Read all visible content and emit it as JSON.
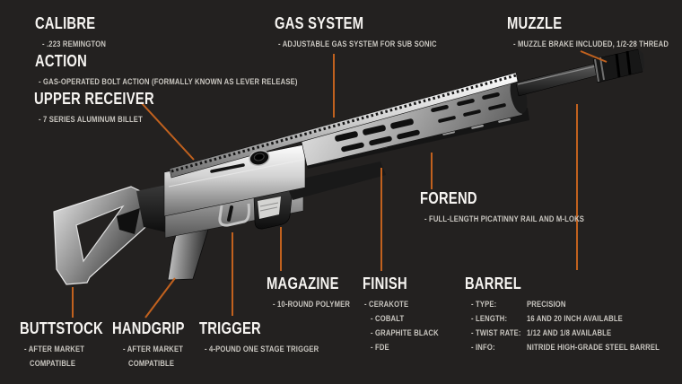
{
  "colors": {
    "background": "#232120",
    "accent_leader_line": "#c1611e",
    "heading_text": "#f6f4f1",
    "sub_text": "#c9c6c0"
  },
  "illustration": {
    "subject": "semi-automatic rifle, chrome/silver 3D render, facing right with muzzle raised",
    "parts_shown": [
      "buttstock",
      "buffer tube",
      "pistol grip",
      "trigger guard",
      "lower receiver",
      "upper receiver",
      "charging knob",
      "picatinny rail",
      "M-LOK handguard",
      "magazine",
      "barrel",
      "muzzle brake"
    ]
  },
  "callouts": [
    {
      "id": "calibre",
      "title": "CALIBRE",
      "lines": [
        "- .223 REMINGTON"
      ]
    },
    {
      "id": "action",
      "title": "ACTION",
      "lines": [
        "- GAS-OPERATED BOLT ACTION (FORMALLY KNOWN AS LEVER RELEASE)"
      ]
    },
    {
      "id": "upper-receiver",
      "title": "UPPER RECEIVER",
      "lines": [
        "- 7 SERIES ALUMINUM BILLET"
      ]
    },
    {
      "id": "gas-system",
      "title": "GAS SYSTEM",
      "lines": [
        "- ADJUSTABLE GAS SYSTEM FOR SUB SONIC"
      ]
    },
    {
      "id": "muzzle",
      "title": "MUZZLE",
      "lines": [
        "- MUZZLE BRAKE INCLUDED, 1/2-28 THREAD"
      ]
    },
    {
      "id": "forend",
      "title": "FOREND",
      "lines": [
        "- FULL-LENGTH PICATINNY RAIL AND M-LOKS"
      ]
    },
    {
      "id": "magazine",
      "title": "MAGAZINE",
      "lines": [
        "- 10-ROUND POLYMER"
      ]
    },
    {
      "id": "finish",
      "title": "FINISH",
      "lines": [
        "- CERAKOTE",
        "- COBALT",
        "- GRAPHITE BLACK",
        "- FDE"
      ]
    },
    {
      "id": "barrel",
      "title": "BARREL",
      "specs": [
        {
          "label": "- TYPE:",
          "value": "PRECISION"
        },
        {
          "label": "- LENGTH:",
          "value": "16 AND 20 INCH AVAILABLE"
        },
        {
          "label": "- TWIST RATE:",
          "value": "1/12 AND 1/8 AVAILABLE"
        },
        {
          "label": "- INFO:",
          "value": "NITRIDE HIGH-GRADE STEEL BARREL"
        }
      ]
    },
    {
      "id": "buttstock",
      "title": "BUTTSTOCK",
      "lines": [
        "- AFTER MARKET",
        "COMPATIBLE"
      ]
    },
    {
      "id": "handgrip",
      "title": "HANDGRIP",
      "lines": [
        "- AFTER MARKET",
        "COMPATIBLE"
      ]
    },
    {
      "id": "trigger",
      "title": "TRIGGER",
      "lines": [
        "- 4-POUND ONE STAGE TRIGGER"
      ]
    }
  ]
}
